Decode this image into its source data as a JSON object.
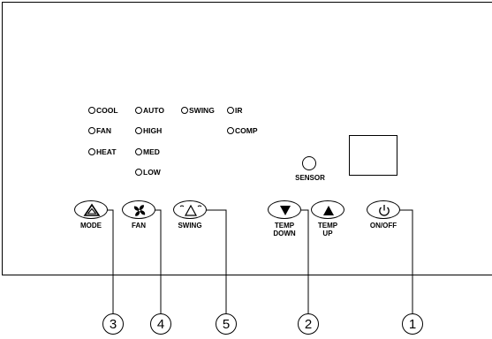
{
  "indicators": {
    "cool": "COOL",
    "auto": "AUTO",
    "swing": "SWING",
    "ir": "IR",
    "fan": "FAN",
    "high": "HIGH",
    "comp": "COMP",
    "heat": "HEAT",
    "med": "MED",
    "low": "LOW"
  },
  "sensor_label": "SENSOR",
  "buttons": {
    "mode": {
      "label": "MODE",
      "icon": "triangle-icon"
    },
    "fan": {
      "label": "FAN",
      "icon": "fan-icon"
    },
    "swing": {
      "label": "SWING",
      "icon": "swing-icon"
    },
    "temp_down": {
      "label_line1": "TEMP",
      "label_line2": "DOWN",
      "icon": "down-arrow-icon"
    },
    "temp_up": {
      "label_line1": "TEMP",
      "label_line2": "UP",
      "icon": "up-arrow-icon"
    },
    "on_off": {
      "label": "ON/OFF",
      "icon": "power-icon"
    }
  },
  "callouts": [
    "3",
    "4",
    "5",
    "2",
    "1"
  ]
}
